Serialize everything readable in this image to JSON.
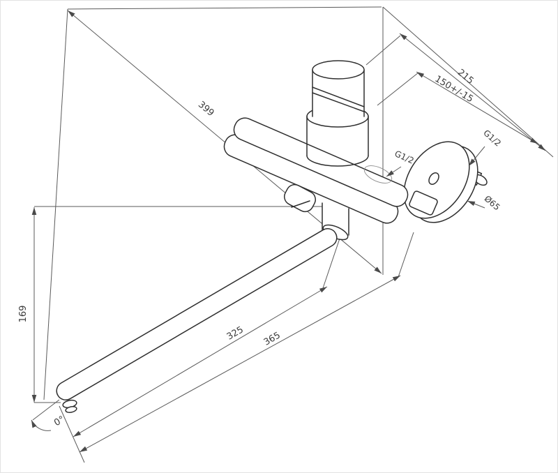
{
  "style": {
    "background": "#ffffff",
    "outline_ink": "#2e2e2e",
    "dimension_ink": "#5a5a5a"
  },
  "drawing": {
    "labels": {
      "overall_length": "399",
      "depth": "215",
      "eccentric_range": "150+/-15",
      "outlet_thread": "G1/2",
      "wall_thread": "G1/2",
      "escutcheon_diameter": "Ø65",
      "spout_length": "325",
      "spout_overall": "365",
      "height_drop": "169",
      "swivel_angle": "0°"
    }
  }
}
